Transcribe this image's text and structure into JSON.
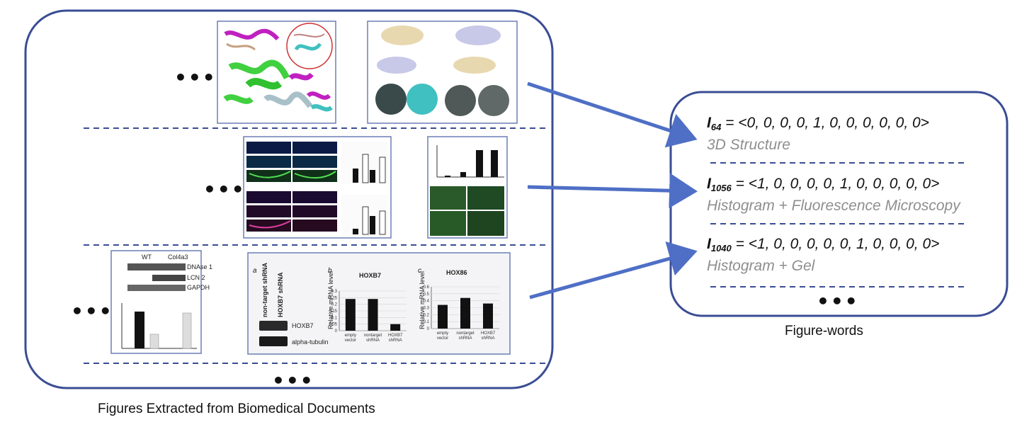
{
  "left_panel": {
    "caption": "Figures Extracted from Biomedical Documents",
    "ellipsis": "•••"
  },
  "right_panel": {
    "caption": "Figure-words",
    "ellipsis": "•••",
    "entries": [
      {
        "symbol": "I",
        "subscript": "64",
        "vector": " = <0, 0, 0, 0, 1, 0, 0, 0, 0, 0, 0>",
        "label": "3D Structure"
      },
      {
        "symbol": "I",
        "subscript": "1056",
        "vector": " = <1, 0, 0, 0, 0, 1, 0, 0, 0, 0, 0>",
        "label": "Histogram + Fluorescence Microscopy"
      },
      {
        "symbol": "I",
        "subscript": "1040",
        "vector": " = <1, 0, 0, 0, 0, 0, 1, 0, 0, 0, 0>",
        "label": "Histogram + Gel"
      }
    ]
  },
  "figure_text": {
    "panel_a": "a",
    "panel_b": "b",
    "panel_c": "c",
    "lane1": "non-target shRNA",
    "lane2": "HOXB7 shRNA",
    "blot1": "HOXB7",
    "blot2": "alpha-tubulin",
    "chart_b_title": "HOXB7",
    "chart_c_title": "HOX86",
    "ylabel": "Relative mRNA level",
    "b_ticks": [
      "0.3",
      "0.25",
      "0.2",
      "0.15",
      "0.1",
      "0.05",
      "0"
    ],
    "c_ticks": [
      "0.6",
      "0.5",
      "0.4",
      "0.3",
      "0.2",
      "0.1",
      "0"
    ],
    "b_cats": [
      [
        "empty",
        "vector"
      ],
      [
        "nontarget",
        "shRNA"
      ],
      [
        "HOXB7",
        "shRNA"
      ]
    ],
    "c_cats": [
      [
        "empty",
        "vector"
      ],
      [
        "nontarget",
        "shRNA"
      ],
      [
        "HOXB7",
        "shRNA"
      ]
    ],
    "wt_label": "WT",
    "col_label": "Col4a3",
    "gel_rows": [
      "DNAse 1",
      "LCN 2",
      "GAPDH"
    ]
  },
  "colors": {
    "panel_border": "#3a4d94",
    "arrow": "#4f6fc6",
    "divider": "#3a4d94",
    "label_gray": "#8e8e8e"
  }
}
